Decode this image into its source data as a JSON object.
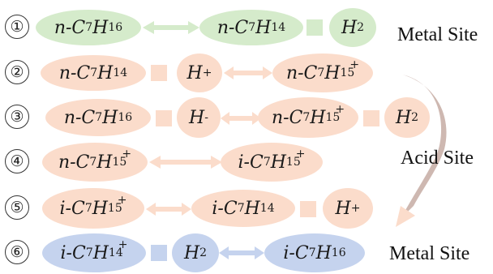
{
  "rows": [
    {
      "num": "①",
      "a": "n-C",
      "a_sub": "7",
      "a_h": "H",
      "a_hsub": "16",
      "b": "n-C",
      "b_sub": "7",
      "b_h": "H",
      "b_hsub": "14",
      "c": "H",
      "c_sub": "2"
    },
    {
      "num": "②",
      "a": "n-C",
      "a_sub": "7",
      "a_h": "H",
      "a_hsub": "14",
      "b": "H",
      "b_sup": "+",
      "c": "n-C",
      "c_sub": "7",
      "c_h": "H",
      "c_hsub": "15",
      "c_hsup": "+"
    },
    {
      "num": "③",
      "a": "n-C",
      "a_sub": "7",
      "a_h": "H",
      "a_hsub": "16",
      "b": "H",
      "b_sup": "-",
      "c": "n-C",
      "c_sub": "7",
      "c_h": "H",
      "c_hsub": "15",
      "c_hsup": "+",
      "d": "H",
      "d_sub": "2"
    },
    {
      "num": "④",
      "a": "n-C",
      "a_sub": "7",
      "a_h": "H",
      "a_hsub": "15",
      "a_hsup": "+",
      "b": "i-C",
      "b_sub": "7",
      "b_h": "H",
      "b_hsub": "15",
      "b_hsup": "+"
    },
    {
      "num": "⑤",
      "a": "i-C",
      "a_sub": "7",
      "a_h": "H",
      "a_hsub": "15",
      "a_hsup": "+",
      "b": "i-C",
      "b_sub": "7",
      "b_h": "H",
      "b_hsub": "14",
      "c": "H",
      "c_sup": "+"
    },
    {
      "num": "⑥",
      "a": "i-C",
      "a_sub": "7",
      "a_h": "H",
      "a_hsub": "14",
      "a_hsup": "+",
      "b": "H",
      "b_sub": "2",
      "c": "i-C",
      "c_sub": "7",
      "c_h": "H",
      "c_hsub": "16"
    }
  ],
  "labels": {
    "metal_top": "Metal Site",
    "acid": "Acid Site",
    "metal_bottom": "Metal Site"
  },
  "colors": {
    "metal_green": "#d5ebcb",
    "acid_peach": "#fbdccb",
    "metal_blue": "#c5d3ee",
    "curved_arrow": "#b59a92"
  }
}
